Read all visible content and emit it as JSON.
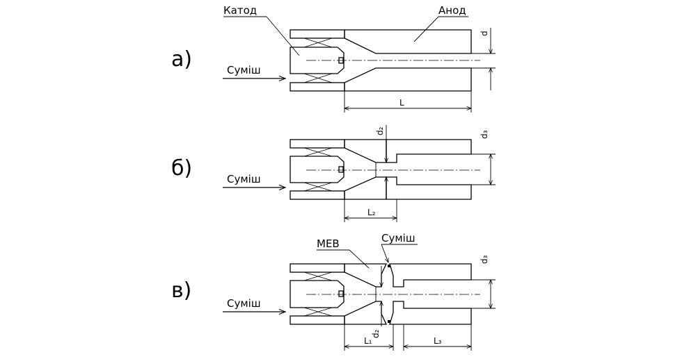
{
  "labels": {
    "cathode": "Катод",
    "anode": "Анод",
    "mixture": "Суміш",
    "meb": "МЕВ"
  },
  "variants": {
    "a": "а)",
    "b": "б)",
    "c": "в)"
  },
  "dims": {
    "d": "d",
    "L": "L",
    "d2": "d₂",
    "d3": "d₃",
    "L1": "L₁",
    "L2": "L₂",
    "L3": "L₃"
  }
}
